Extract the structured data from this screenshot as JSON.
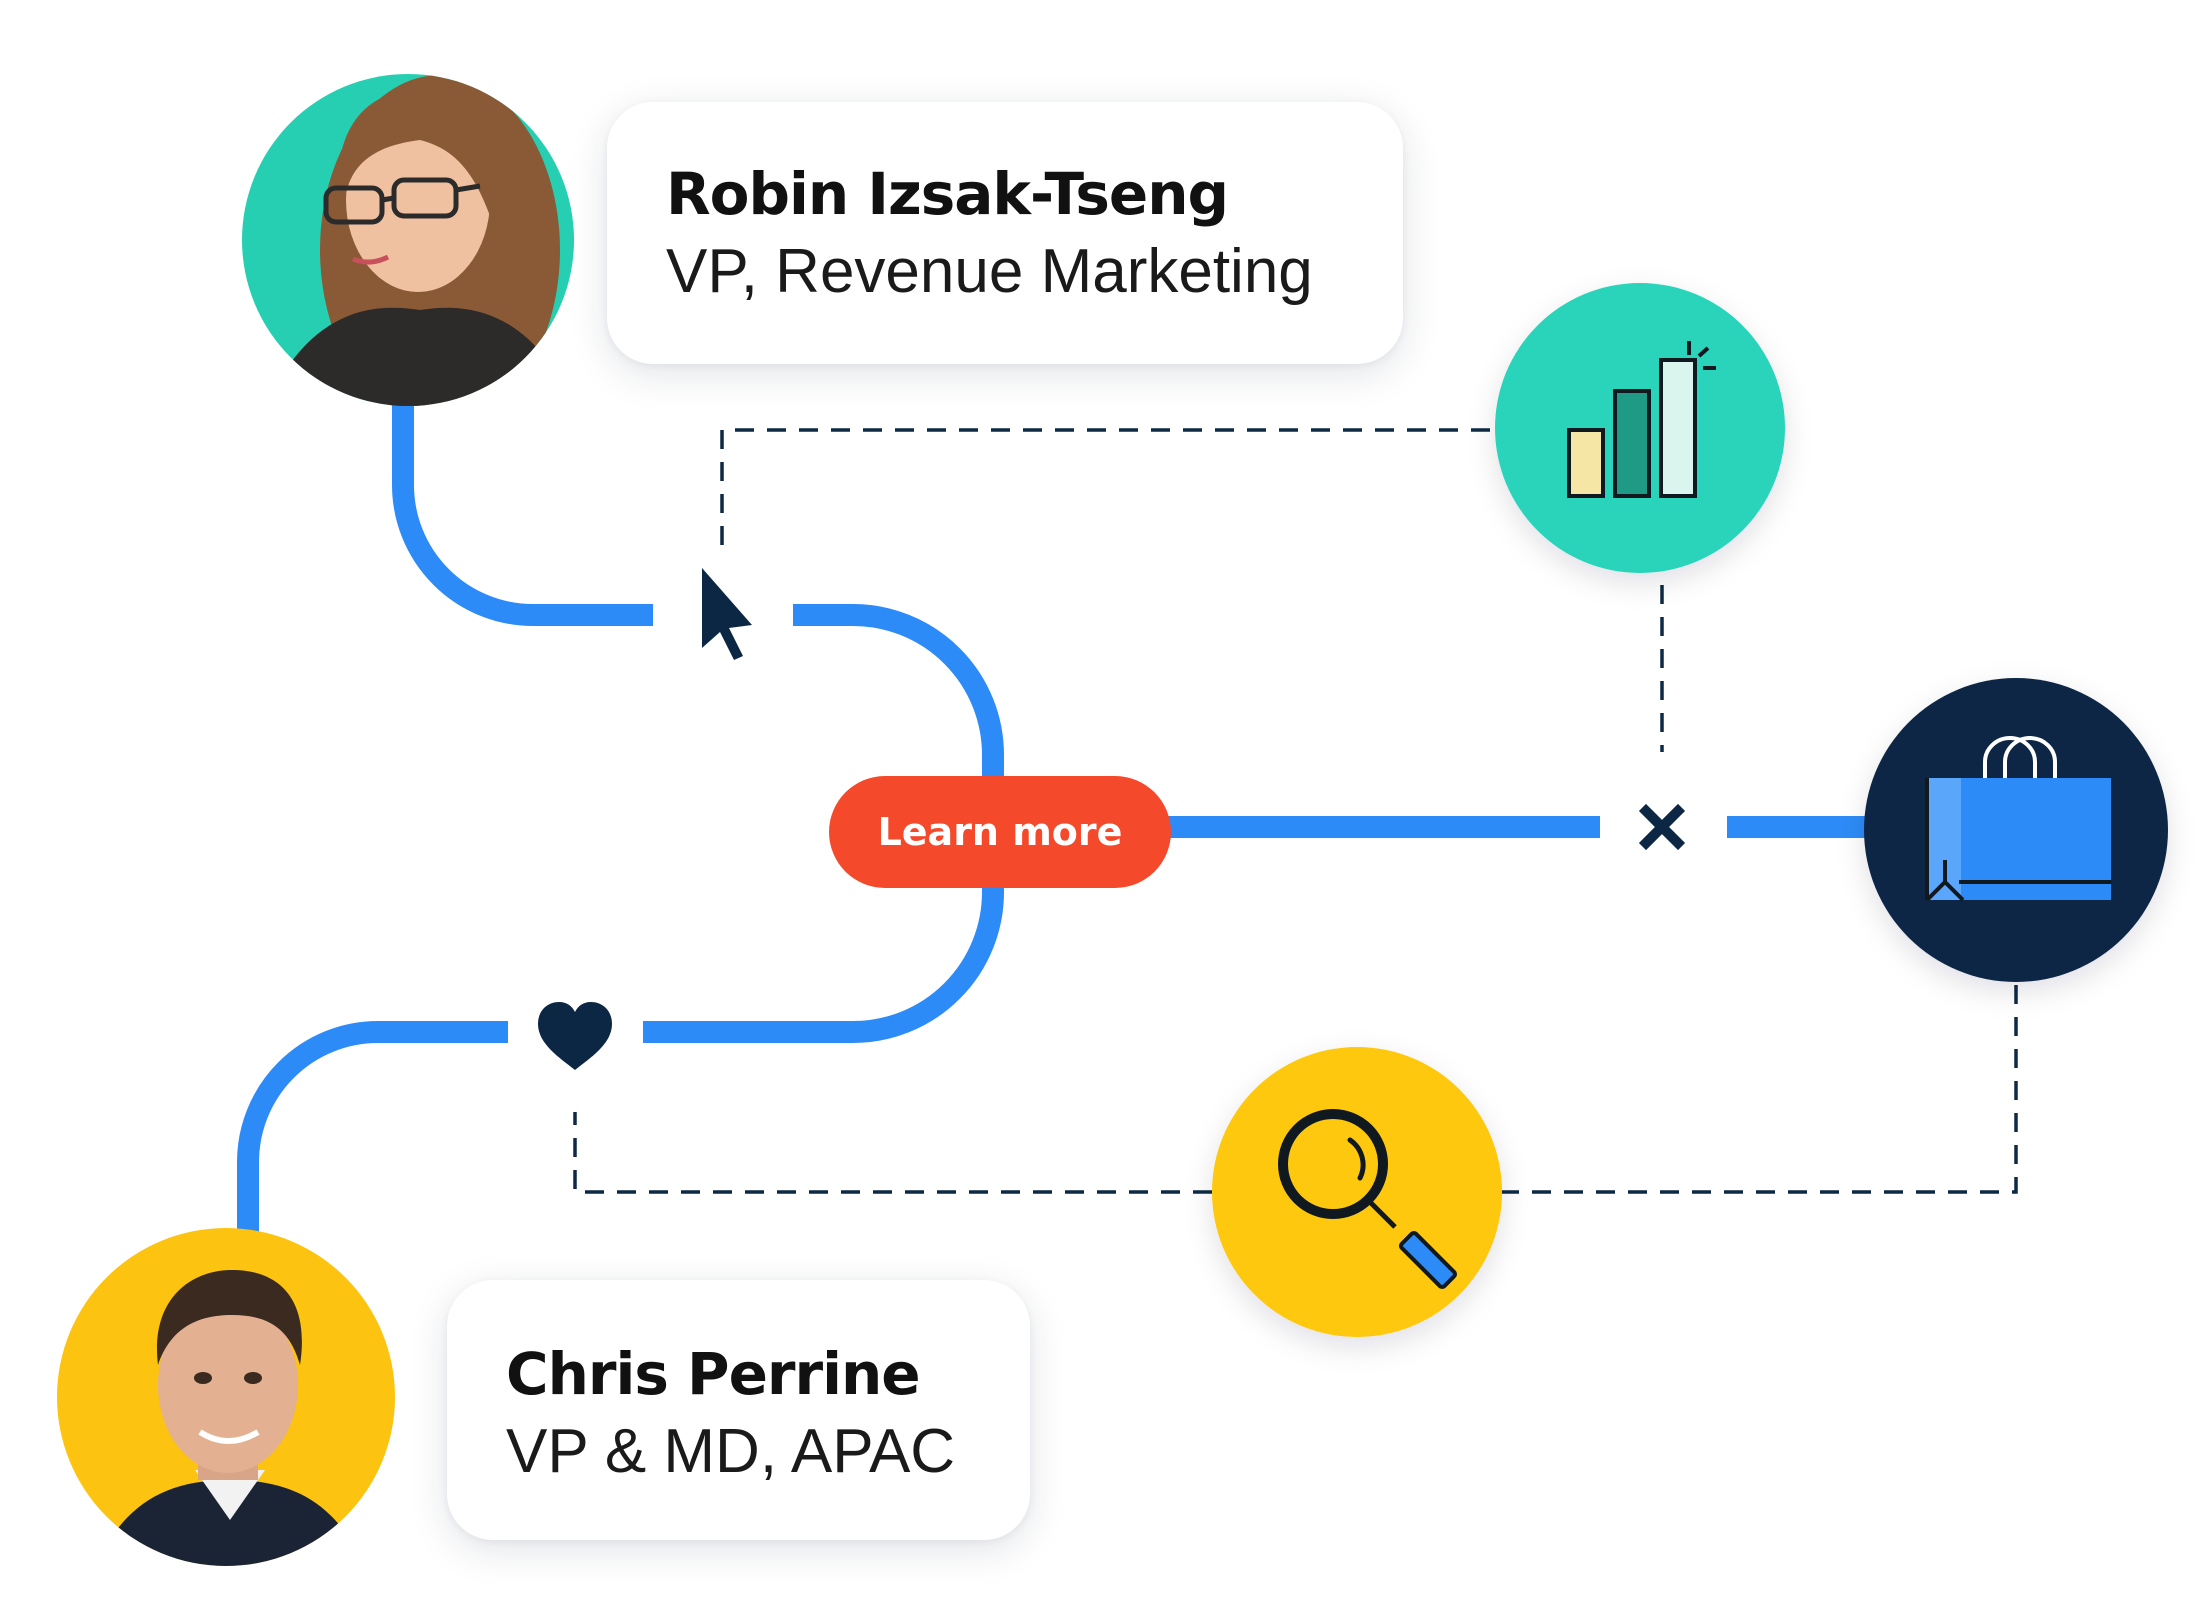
{
  "people": [
    {
      "id": "robin",
      "name": "Robin Izsak-Tseng",
      "role": "VP, Revenue Marketing",
      "avatar_bg": "#27cfb2"
    },
    {
      "id": "chris",
      "name": "Chris Perrine",
      "role": "VP & MD, APAC",
      "avatar_bg": "#fcc310"
    }
  ],
  "cta": {
    "label": "Learn more",
    "color": "#f44a2b"
  },
  "icons": {
    "analytics": {
      "name": "bar-chart-icon",
      "bg": "#2ad4bb"
    },
    "shopping": {
      "name": "shopping-bag-icon",
      "bg": "#0c2744"
    },
    "search": {
      "name": "magnifier-icon",
      "bg": "#fdc80b"
    },
    "cursor": {
      "name": "cursor-icon"
    },
    "heart": {
      "name": "heart-icon"
    },
    "close": {
      "name": "close-icon"
    }
  },
  "colors": {
    "path_blue": "#2d8bf7",
    "dash_navy": "#0d2944",
    "navy": "#0c2744"
  }
}
